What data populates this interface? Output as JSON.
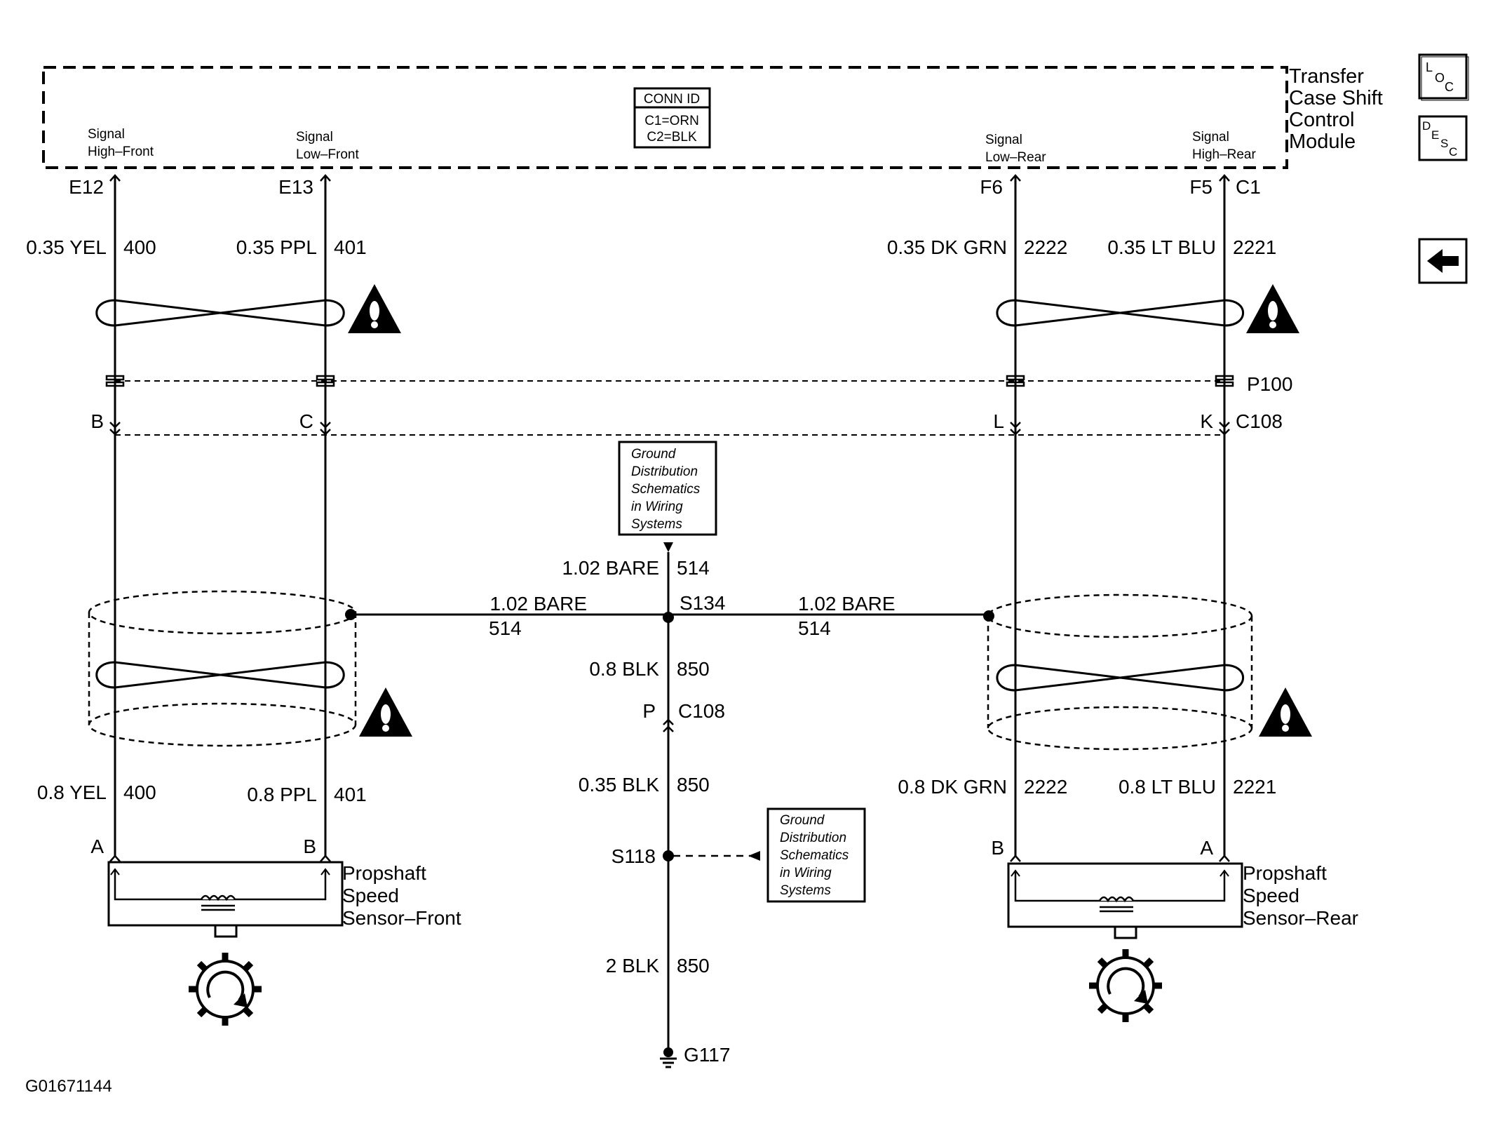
{
  "module": {
    "name_lines": [
      "Transfer",
      "Case Shift",
      "Control",
      "Module"
    ],
    "conn_id": {
      "title": "CONN ID",
      "lines": [
        "C1=ORN",
        "C2=BLK"
      ]
    },
    "signals": [
      {
        "l1": "Signal",
        "l2": "High–Front",
        "pin": "E12"
      },
      {
        "l1": "Signal",
        "l2": "Low–Front",
        "pin": "E13"
      },
      {
        "l1": "Signal",
        "l2": "Low–Rear",
        "pin": "F6"
      },
      {
        "l1": "Signal",
        "l2": "High–Rear",
        "pin": "F5",
        "connector": "C1"
      }
    ]
  },
  "wires_upper": [
    {
      "gauge_color": "0.35 YEL",
      "circuit": "400"
    },
    {
      "gauge_color": "0.35 PPL",
      "circuit": "401"
    },
    {
      "gauge_color": "0.35 DK GRN",
      "circuit": "2222"
    },
    {
      "gauge_color": "0.35 LT BLU",
      "circuit": "2221"
    }
  ],
  "p100_label": "P100",
  "c108_pins": [
    "B",
    "C",
    "L",
    "K"
  ],
  "c108_label": "C108",
  "ground_dist": [
    "Ground",
    "Distribution",
    "Schematics",
    "in Wiring",
    "Systems"
  ],
  "center": {
    "wire_top": {
      "gauge": "1.02 BARE",
      "circuit": "514"
    },
    "splice": "S134",
    "left_branch": {
      "gauge": "1.02 BARE",
      "circuit": "514"
    },
    "right_branch": {
      "gauge": "1.02 BARE",
      "circuit": "514"
    },
    "wire_850a": {
      "gauge": "0.8 BLK",
      "circuit": "850"
    },
    "conn_pin": "P",
    "conn": "C108",
    "wire_850b": {
      "gauge": "0.35 BLK",
      "circuit": "850"
    },
    "splice2": "S118",
    "wire_850c": {
      "gauge": "2 BLK",
      "circuit": "850"
    },
    "ground": "G117"
  },
  "wires_lower": [
    {
      "gauge_color": "0.8 YEL",
      "circuit": "400"
    },
    {
      "gauge_color": "0.8 PPL",
      "circuit": "401"
    },
    {
      "gauge_color": "0.8 DK GRN",
      "circuit": "2222"
    },
    {
      "gauge_color": "0.8 LT BLU",
      "circuit": "2221"
    }
  ],
  "sensor_pins": [
    "A",
    "B",
    "B",
    "A"
  ],
  "sensor_front": [
    "Propshaft",
    "Speed",
    "Sensor–Front"
  ],
  "sensor_rear": [
    "Propshaft",
    "Speed",
    "Sensor–Rear"
  ],
  "nav": {
    "loc": [
      "L",
      "O",
      "C"
    ],
    "desc": [
      "D",
      "E",
      "S",
      "C"
    ],
    "back": "back-arrow-icon"
  },
  "figure_id": "G01671144"
}
